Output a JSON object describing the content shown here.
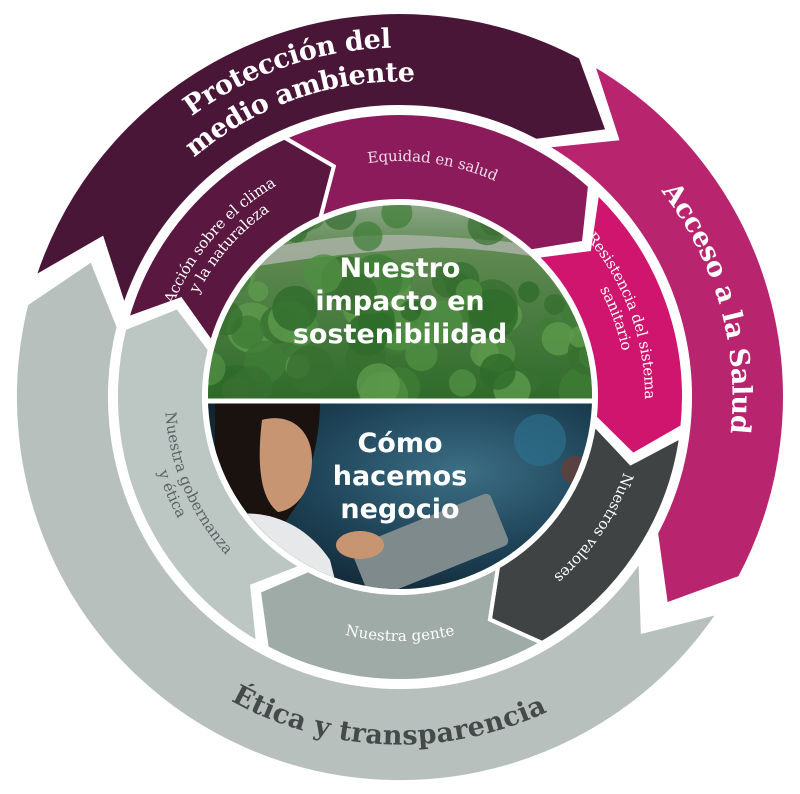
{
  "outer_ring": [
    {
      "label_lines": [
        "Protección del",
        "medio ambiente"
      ],
      "color": "#4a1638",
      "text_color": "#ffffff"
    },
    {
      "label_lines": [
        "Acceso a la Salud"
      ],
      "color": "#b8246e",
      "text_color": "#ffffff"
    },
    {
      "label_lines": [
        "Ética y transparencia"
      ],
      "color": "#b7c0bd",
      "text_color": "#444a4a"
    }
  ],
  "inner_ring": [
    {
      "label_lines": [
        "Equidad en salud"
      ],
      "color": "#8c1b5c",
      "text_color": "#f1dbe7"
    },
    {
      "label_lines": [
        "Resistencia del sistema",
        "sanitario"
      ],
      "color": "#d0156f",
      "text_color": "#ffffff"
    },
    {
      "label_lines": [
        "Nuestros valores"
      ],
      "color": "#3f4344",
      "text_color": "#ffffff"
    },
    {
      "label_lines": [
        "Nuestra gente"
      ],
      "color": "#9eaba7",
      "text_color": "#ffffff"
    },
    {
      "label_lines": [
        "Nuestra gobernanza",
        "y ética"
      ],
      "color": "#bcc6c3",
      "text_color": "#5b6262"
    },
    {
      "label_lines": [
        "Acción sobre el clima",
        "y la naturaleza"
      ],
      "color": "#5a1740",
      "text_color": "#ffffff"
    }
  ],
  "center_top": {
    "label_lines": [
      "Nuestro",
      "impacto en",
      "sostenibilidad"
    ]
  },
  "center_bottom": {
    "label_lines": [
      "Cómo",
      "hacemos",
      "negocio"
    ]
  }
}
